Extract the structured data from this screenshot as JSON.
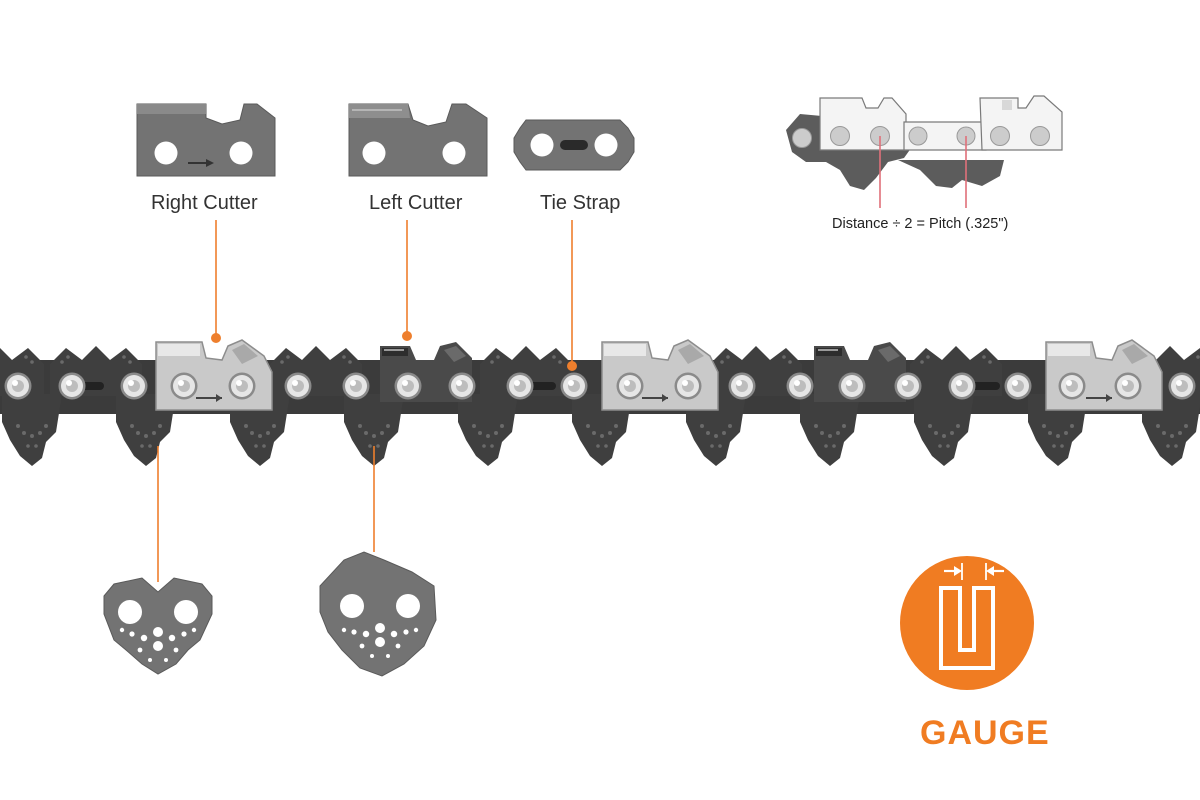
{
  "labels": {
    "right_cutter": "Right Cutter",
    "left_cutter": "Left Cutter",
    "tie_strap": "Tie Strap",
    "pitch_formula": "Distance ÷ 2 = Pitch (.325\")",
    "gauge": "GAUGE"
  },
  "colors": {
    "accent": "#F07C22",
    "callout_line": "#EE7F2D",
    "pitch_marker": "#E0707A",
    "link_dark": "#3F3F3F",
    "part_fill": "#707070",
    "cutter_chrome": "#C9C9C9"
  },
  "icons": {
    "gauge": "gauge-u-icon"
  }
}
